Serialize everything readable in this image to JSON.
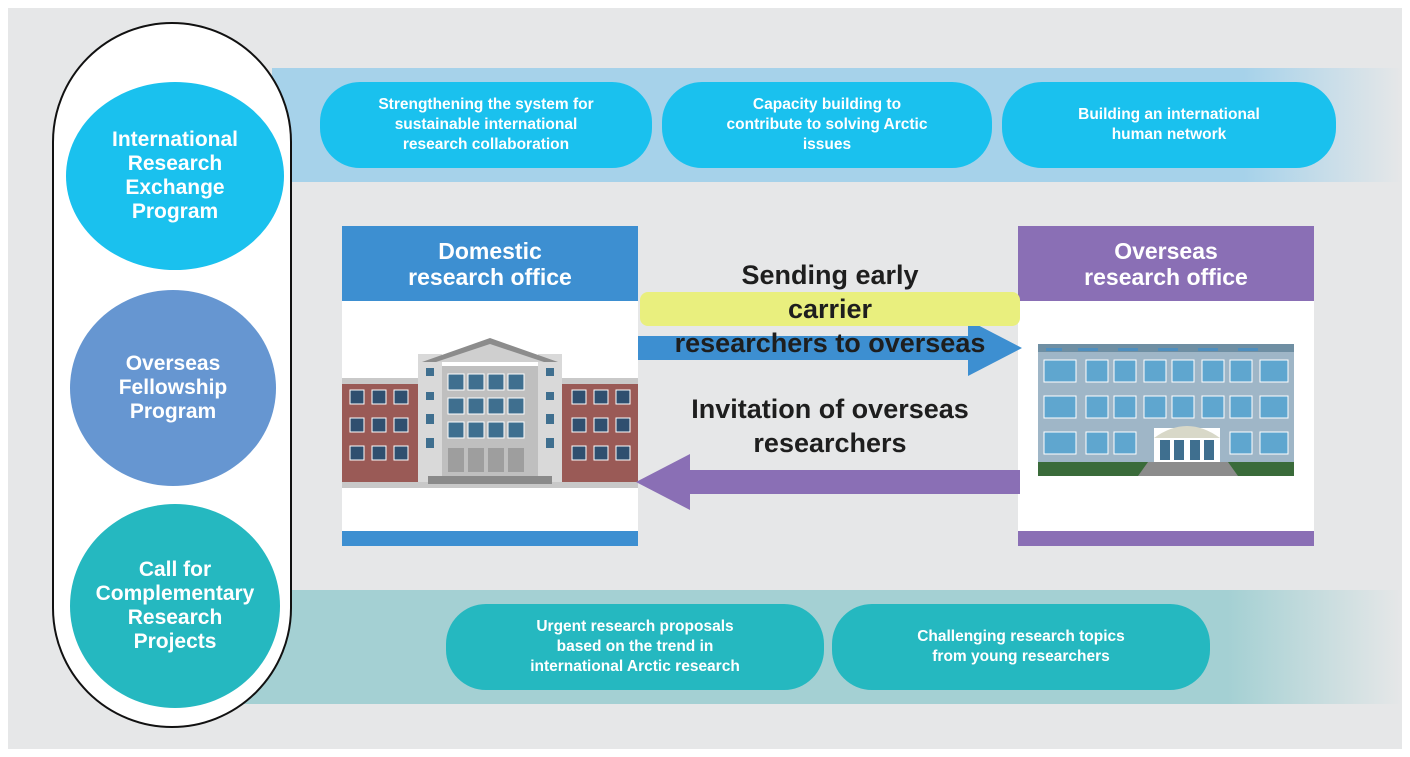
{
  "programs": [
    {
      "lines": [
        "International",
        "Research",
        "Exchange",
        "Program"
      ],
      "color": "#1ac1ee"
    },
    {
      "lines": [
        "Overseas",
        "Fellowship",
        "Program"
      ],
      "color": "#6696d1"
    },
    {
      "lines": [
        "Call for",
        "Complementary",
        "Research",
        "Projects"
      ],
      "color": "#25b8c0"
    }
  ],
  "top_goals": [
    {
      "lines": [
        "Strengthening the system for",
        "sustainable international",
        "research collaboration"
      ]
    },
    {
      "lines": [
        "Capacity building to",
        "contribute to solving Arctic",
        "issues"
      ]
    },
    {
      "lines": [
        "Building an international",
        "human network"
      ]
    }
  ],
  "bottom_goals": [
    {
      "lines": [
        "Urgent research proposals",
        "based on the trend in",
        "international Arctic research"
      ]
    },
    {
      "lines": [
        "Challenging research topics",
        "from young researchers"
      ]
    }
  ],
  "domestic_office": {
    "lines": [
      "Domestic",
      "research office"
    ],
    "color": "#3d8fd1"
  },
  "overseas_office": {
    "lines": [
      "Overseas",
      "research office"
    ],
    "color": "#8a6fb5"
  },
  "arrow_send": {
    "line1_a": "Sending early ",
    "line1_highlight": "carrier",
    "line2": "researchers to overseas",
    "color": "#3d8fd1"
  },
  "arrow_invite": {
    "line1": "Invitation of overseas",
    "line2": "researchers",
    "color": "#8a6fb5"
  },
  "colors": {
    "top_band": "#a6d2ea",
    "bottom_band": "#a4d0d3",
    "highlight": "#e9ef7e",
    "pill_top": "#1ac1ee",
    "pill_bottom": "#25b8c0"
  }
}
